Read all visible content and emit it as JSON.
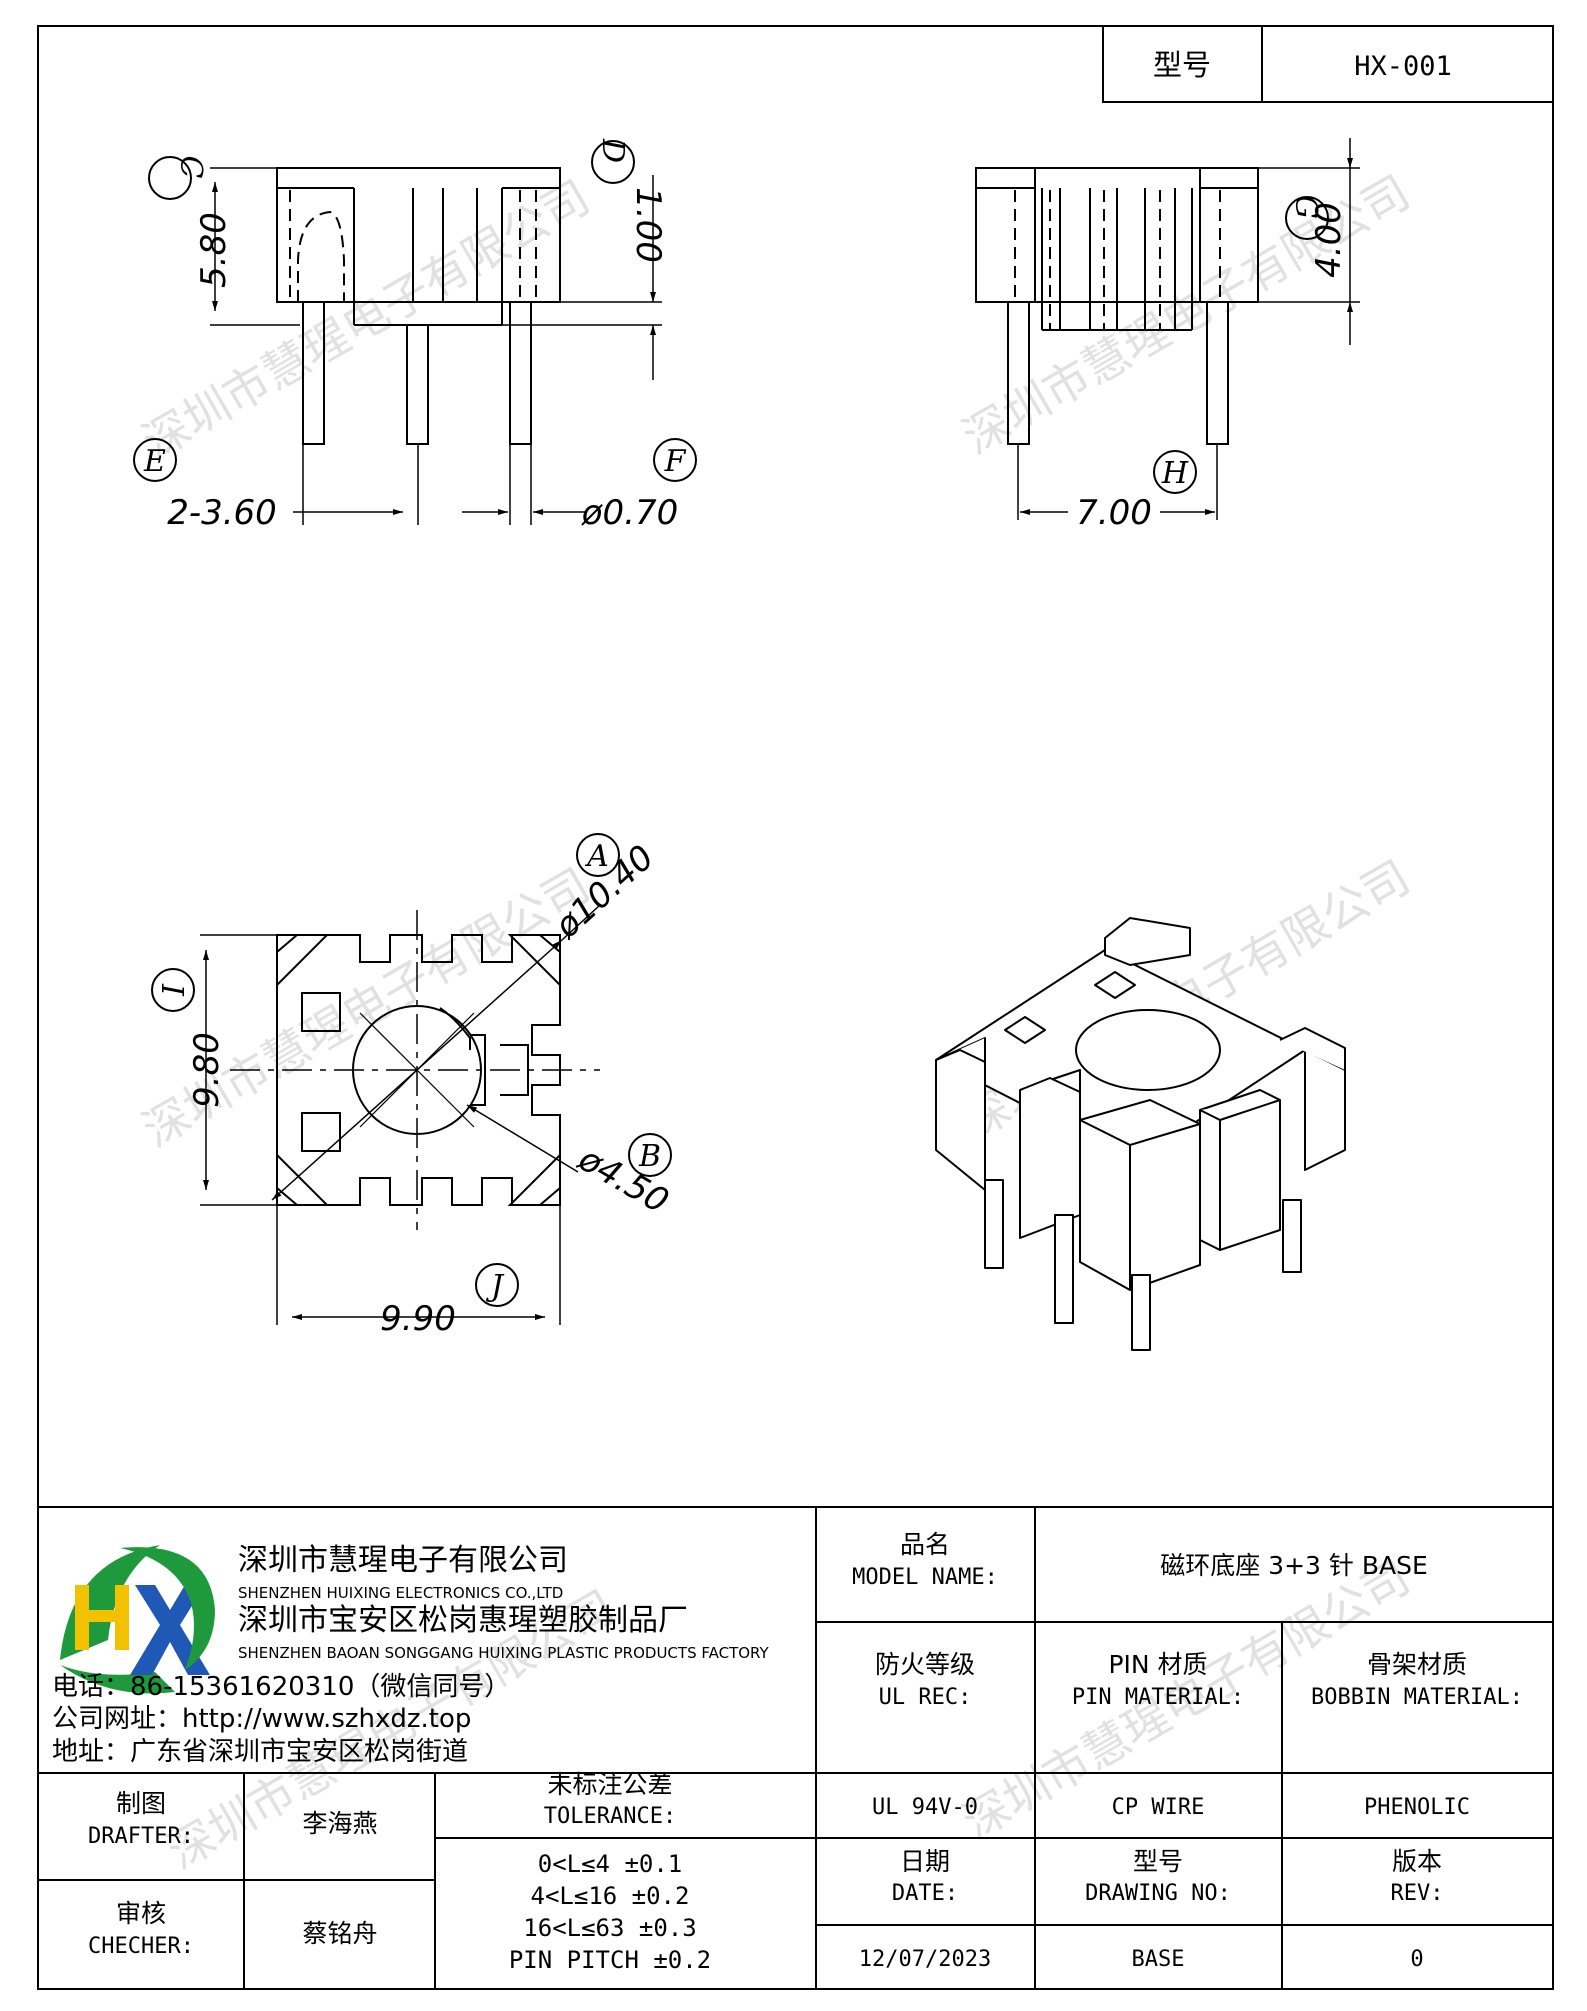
{
  "header": {
    "model_label": "型号",
    "model_value": "HX-001"
  },
  "views": {
    "front": {
      "circle_labels": [
        "C",
        "D",
        "E",
        "F"
      ],
      "dims": [
        "5.80",
        "1.00",
        "2-3.60",
        "ø0.70"
      ]
    },
    "side": {
      "circle_labels": [
        "G",
        "H"
      ],
      "dims": [
        "4.00",
        "7.00"
      ]
    },
    "bottom": {
      "circle_labels": [
        "A",
        "B",
        "I",
        "J"
      ],
      "dims": [
        "ø10.40",
        "ø4.50",
        "9.80",
        "9.90"
      ]
    }
  },
  "watermark": "深圳市慧瑆电子有限公司",
  "company": {
    "logo_text": "HX",
    "name_cn": "深圳市慧瑆电子有限公司",
    "name_en": "SHENZHEN HUIXING ELECTRONICS CO.,LTD",
    "factory_cn": "深圳市宝安区松岗惠瑆塑胶制品厂",
    "factory_en": "SHENZHEN BAOAN SONGGANG HUIXING PLASTIC PRODUCTS FACTORY",
    "phone": "电话：86-15361620310（微信同号）",
    "website": "公司网址：http://www.szhxdz.top",
    "address": "地址：广东省深圳市宝安区松岗街道"
  },
  "title_block": {
    "model_name_cn": "品名",
    "model_name_en": "MODEL NAME:",
    "model_name_value": "磁环底座 3+3 针 BASE",
    "ul_cn": "防火等级",
    "ul_en": "UL REC:",
    "ul_value": "UL 94V-0",
    "pin_cn": "PIN 材质",
    "pin_en": "PIN MATERIAL:",
    "pin_value": "CP WIRE",
    "bobbin_cn": "骨架材质",
    "bobbin_en": "BOBBIN MATERIAL:",
    "bobbin_value": "PHENOLIC",
    "drafter_cn": "制图",
    "drafter_en": "DRAFTER:",
    "drafter_name": "李海燕",
    "checker_cn": "审核",
    "checker_en": "CHECHER:",
    "checker_name": "蔡铭舟",
    "tolerance_cn": "未标注公差",
    "tolerance_en": "TOLERANCE:",
    "tolerances": [
      "0<L≤4  ±0.1",
      "4<L≤16 ±0.2",
      "16<L≤63 ±0.3",
      "PIN PITCH ±0.2"
    ],
    "date_cn": "日期",
    "date_en": "DATE:",
    "date_value": "12/07/2023",
    "drawing_cn": "型号",
    "drawing_en": "DRAWING NO:",
    "drawing_value": "BASE",
    "rev_cn": "版本",
    "rev_en": "REV:",
    "rev_value": "0"
  },
  "colors": {
    "line": "#000000",
    "logo_green": "#1e9a3c",
    "logo_yellow": "#f2c200",
    "logo_blue": "#1f58b5",
    "watermark": "#c9c9c9"
  }
}
